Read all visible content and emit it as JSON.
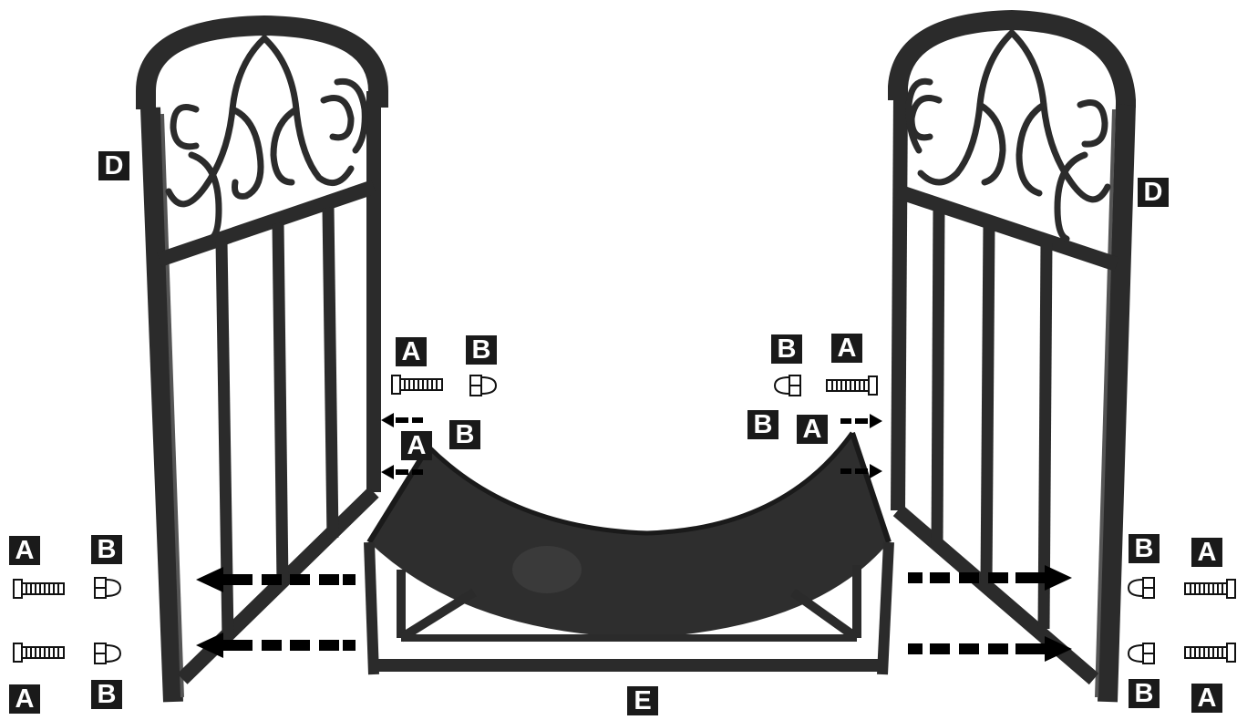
{
  "diagram": {
    "colors": {
      "metal": "#2b2b2b",
      "metal_light": "#4a4a4a",
      "label_bg": "#1a1a1a",
      "label_text": "#ffffff",
      "arrow": "#000000"
    },
    "labels": {
      "left_panel": "D",
      "right_panel": "D",
      "base": "E",
      "bolt": "A",
      "nut": "B"
    },
    "icons": {
      "bolt": "hex-bolt-icon",
      "nut": "acorn-nut-icon",
      "arrow": "dashed-arrow-icon"
    }
  }
}
